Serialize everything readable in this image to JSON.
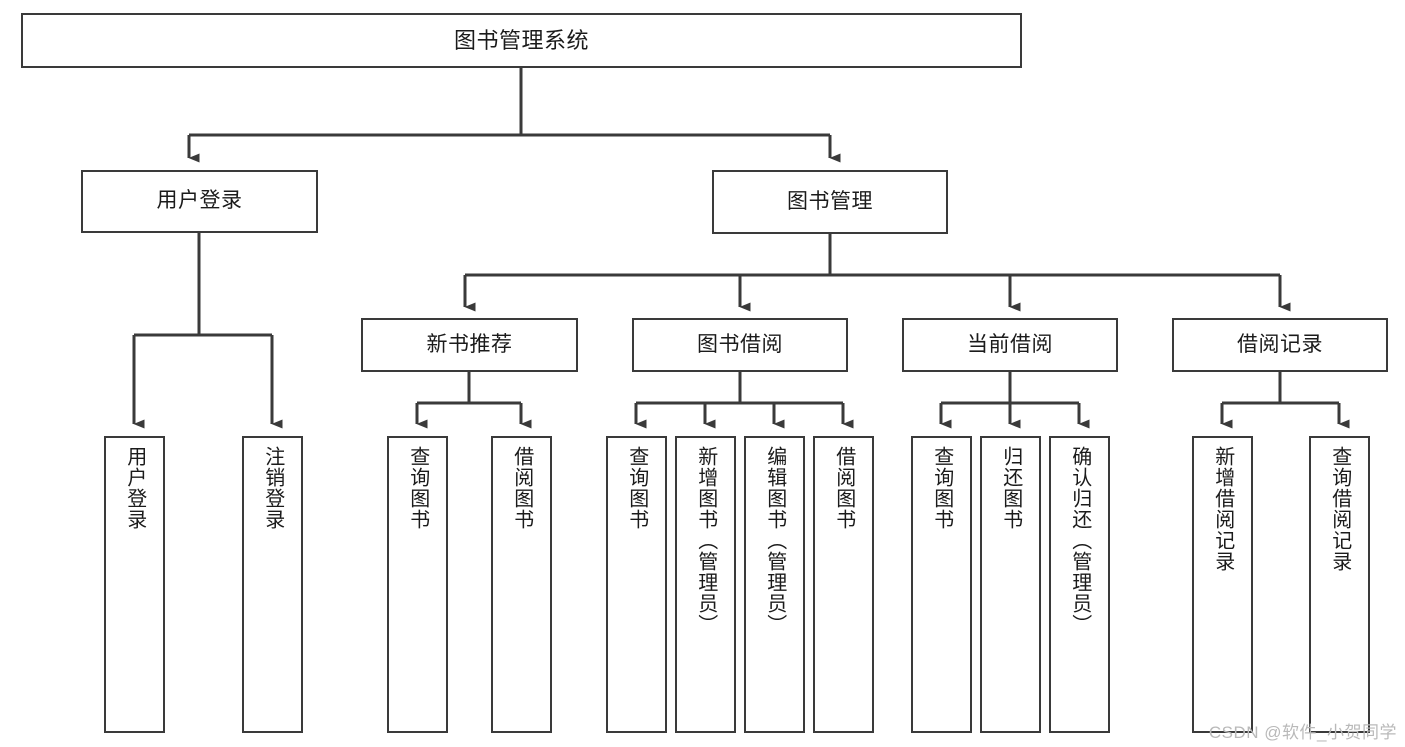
{
  "diagram": {
    "type": "tree-hierarchy",
    "title": "图书管理系统",
    "orientation": "top-down",
    "colors": {
      "box_border": "#3a3a3a",
      "box_fill": "#ffffff",
      "edge": "#3a3a3a",
      "text": "#1b1b1b",
      "watermark": "#b9b9b9"
    }
  },
  "watermark": {
    "text": "CSDN @软件_小贺同学"
  },
  "nodes": {
    "root": {
      "label": "图书管理系统"
    },
    "level2": [
      {
        "label": "用户登录"
      },
      {
        "label": "图书管理"
      }
    ],
    "level3": [
      {
        "label": "新书推荐"
      },
      {
        "label": "图书借阅"
      },
      {
        "label": "当前借阅"
      },
      {
        "label": "借阅记录"
      }
    ],
    "leaves": {
      "user_login": [
        {
          "label": "用户登录"
        },
        {
          "label": "注销登录"
        }
      ],
      "new_book_recommend": [
        {
          "label": "查询图书"
        },
        {
          "label": "借阅图书"
        }
      ],
      "book_borrow": [
        {
          "label": "查询图书"
        },
        {
          "label": "新增图书（管理员）"
        },
        {
          "label": "编辑图书（管理员）"
        },
        {
          "label": "借阅图书"
        }
      ],
      "current_borrow": [
        {
          "label": "查询图书"
        },
        {
          "label": "归还图书"
        },
        {
          "label": "确认归还（管理员）"
        }
      ],
      "borrow_record": [
        {
          "label": "新增借阅记录"
        },
        {
          "label": "查询借阅记录"
        }
      ]
    }
  }
}
